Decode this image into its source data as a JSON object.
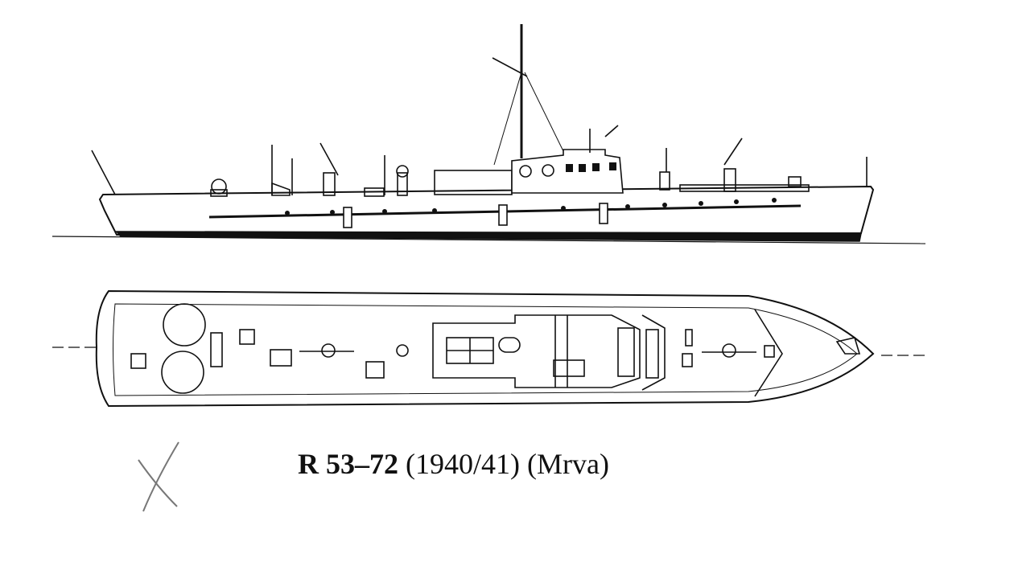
{
  "caption": {
    "designation": "R 53–72",
    "years": "(1940/41)",
    "class_name": "(Mrva)"
  },
  "colors": {
    "ink": "#111111",
    "pencil": "#777777",
    "paper": "#ffffff"
  }
}
